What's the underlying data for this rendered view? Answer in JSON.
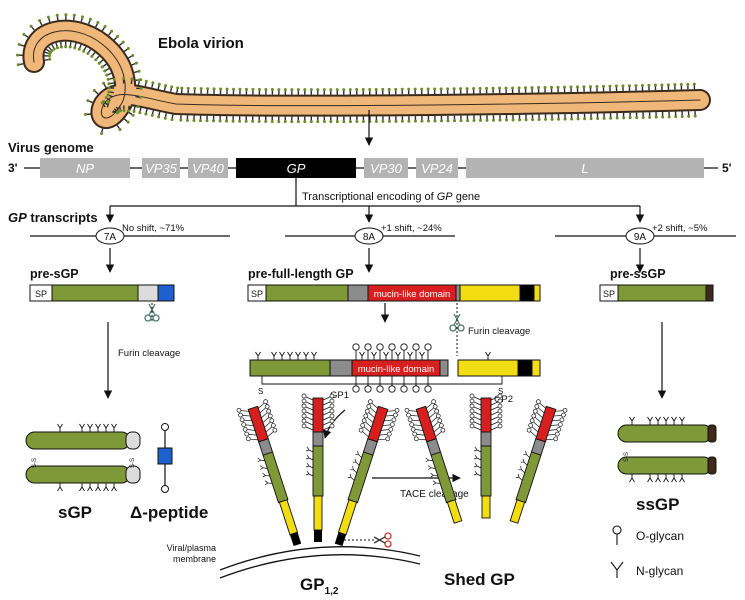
{
  "virion": {
    "title": "Ebola virion"
  },
  "genome": {
    "title": "Virus genome",
    "end3": "3'",
    "end5": "5'",
    "genes": [
      "NP",
      "VP35",
      "VP40",
      "GP",
      "VP30",
      "VP24",
      "L"
    ],
    "encoding_pre": "Transcriptional encoding of ",
    "encoding_gene": "GP",
    "encoding_post": " gene"
  },
  "transcripts": {
    "title_gene": "GP",
    "title_rest": " transcripts",
    "items": [
      {
        "site": "7A",
        "note": "No shift, ~71%",
        "label": "pre-sGP"
      },
      {
        "site": "8A",
        "note": "+1 shift, ~24%",
        "label": "pre-full-length GP"
      },
      {
        "site": "9A",
        "note": "+2 shift, ~5%",
        "label": "pre-ssGP"
      }
    ]
  },
  "domains": {
    "sp": "SP",
    "mucin": "mucin-like domain"
  },
  "labels": {
    "furin1": "Furin cleavage",
    "furin2": "Furin cleavage",
    "gp1": "GP1",
    "gp2": "GP2",
    "s": "S",
    "tace": "TACE cleavage",
    "membrane_line1": "Viral/plasma",
    "membrane_line2": "membrane",
    "ss": "S-S",
    "sgp": "sGP",
    "delta": "Δ-peptide",
    "gp12_main": "GP",
    "gp12_sub": "1,2",
    "shed": "Shed GP",
    "ssgp": "ssGP"
  },
  "legend": {
    "o_glycan": "O-glycan",
    "n_glycan": "N-glycan"
  },
  "colors": {
    "green": "#7f9838",
    "gray": "#8c8c8c",
    "red": "#d81f1f",
    "yellow": "#f2dc12",
    "blue": "#1f5fcf",
    "black": "#000000",
    "virion": "#f0b77a"
  }
}
